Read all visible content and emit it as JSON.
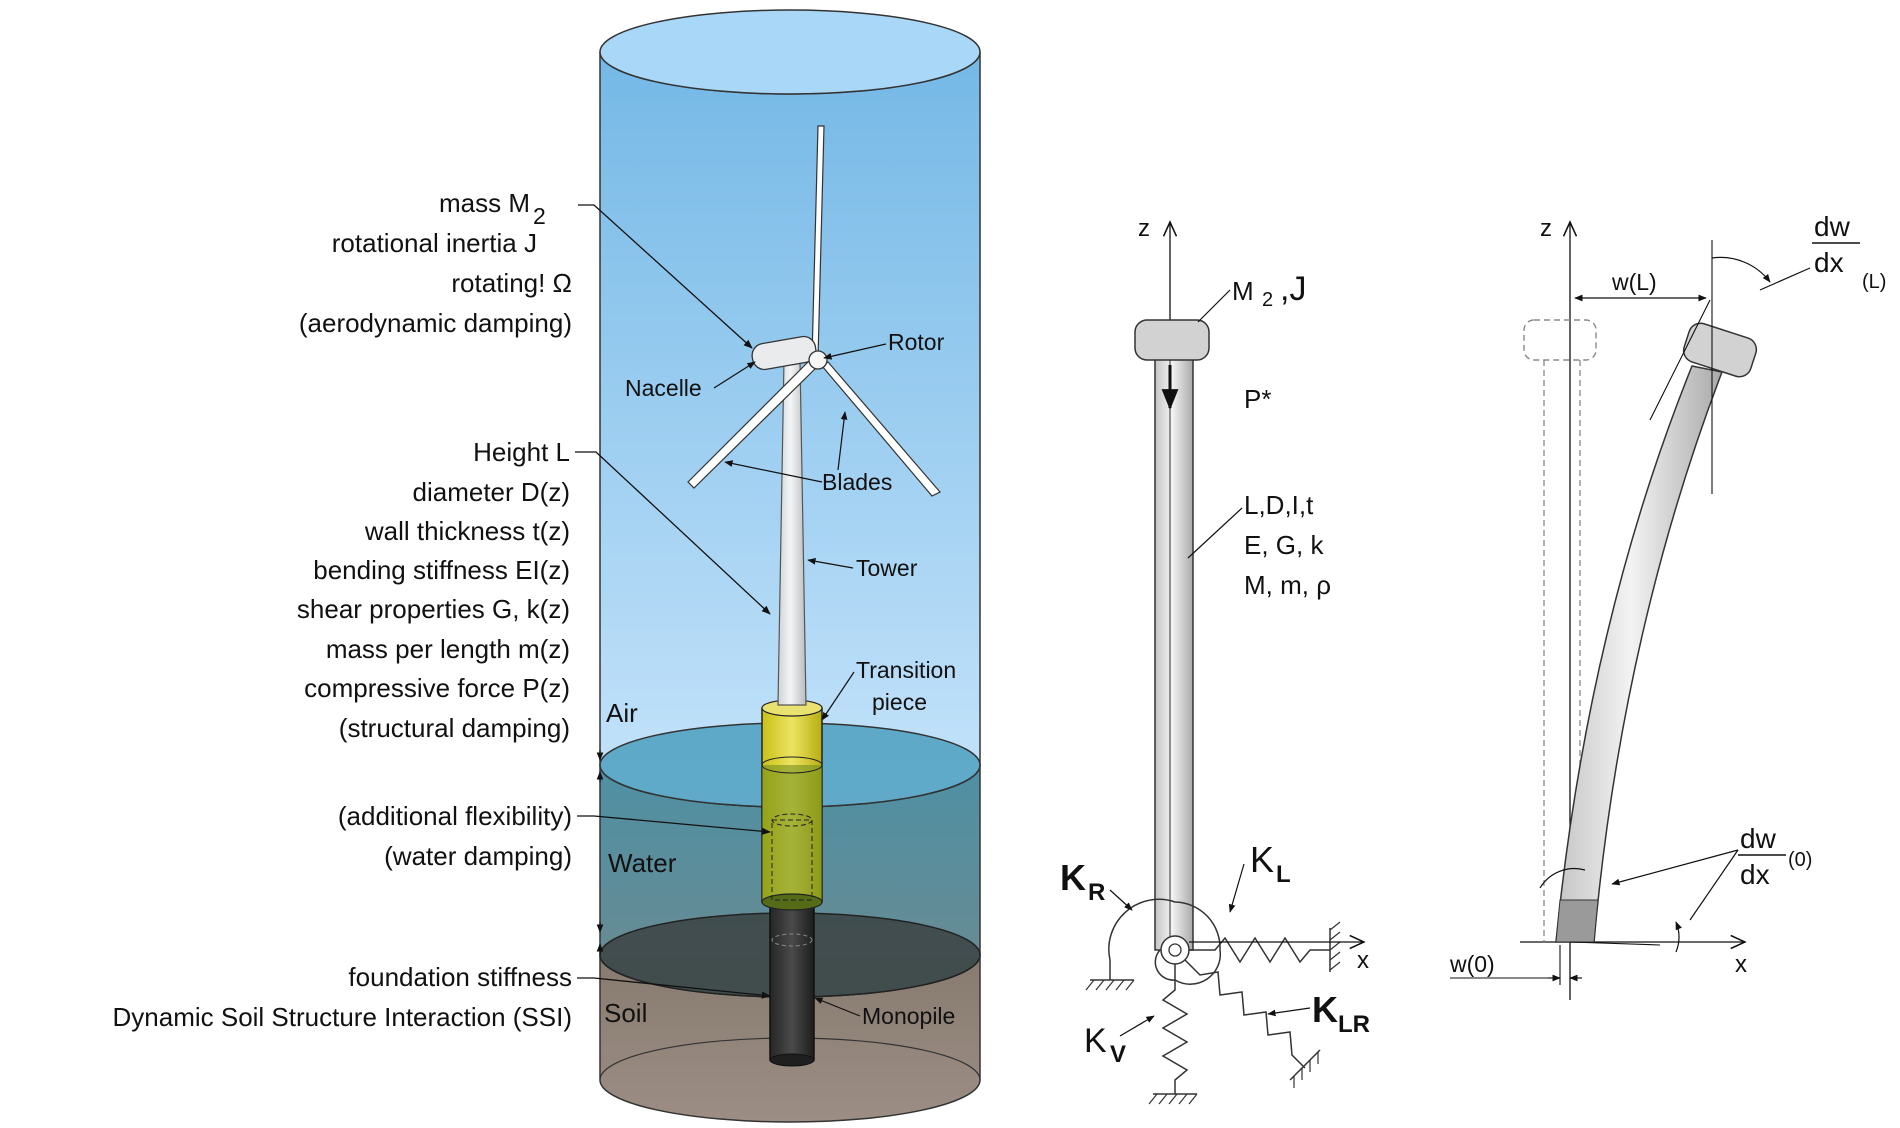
{
  "left_labels": {
    "mass": "mass M",
    "mass_sub": "2",
    "inertia": "rotational inertia J",
    "rotating": "rotating! Ω",
    "aero_damping": "(aerodynamic damping)",
    "height": "Height L",
    "diameter": "diameter D(z)",
    "wall": "wall thickness t(z)",
    "bending": "bending stiffness EI(z)",
    "shear": "shear properties G, k(z)",
    "mass_length": "mass per length m(z)",
    "compressive": "compressive force P(z)",
    "struct_damping": "(structural damping)",
    "add_flex": "(additional flexibility)",
    "water_damping": "(water damping)",
    "foundation": "foundation stiffness",
    "ssi": "Dynamic Soil Structure Interaction (SSI)"
  },
  "turbine_labels": {
    "rotor": "Rotor",
    "nacelle": "Nacelle",
    "blades": "Blades",
    "tower": "Tower",
    "transition_1": "Transition",
    "transition_2": "piece",
    "monopile": "Monopile",
    "air": "Air",
    "water": "Water",
    "soil": "Soil"
  },
  "model_labels": {
    "z_axis": "z",
    "x_axis": "x",
    "mass_j": "M",
    "mass_j_sub": "2",
    "mass_j_rest": ",J",
    "p_star": "P*",
    "props_1": "L,D,I,t",
    "props_2": "E, G, k",
    "props_3": "M, m, ρ",
    "kr": "K",
    "kr_sub": "R",
    "kl": "K",
    "kl_sub": "L",
    "klr": "K",
    "klr_sub": "LR",
    "kv": "K",
    "kv_sub": "V"
  },
  "deflection_labels": {
    "z_axis": "z",
    "x_axis": "x",
    "wl": "w(L)",
    "w0": "w(0)",
    "dw_top": "dw",
    "dx_top": "dx",
    "top_arg": "(L)",
    "dw_bottom": "dw",
    "dx_bottom": "dx",
    "bottom_arg": "(0)"
  },
  "colors": {
    "sky_top": "#7fbde6",
    "sky_bottom": "#c4e2f8",
    "water": "#4f8ea1",
    "soil": "#8a7b70",
    "transition": "#d8cf2a",
    "monopile": "#2e2e2e"
  }
}
